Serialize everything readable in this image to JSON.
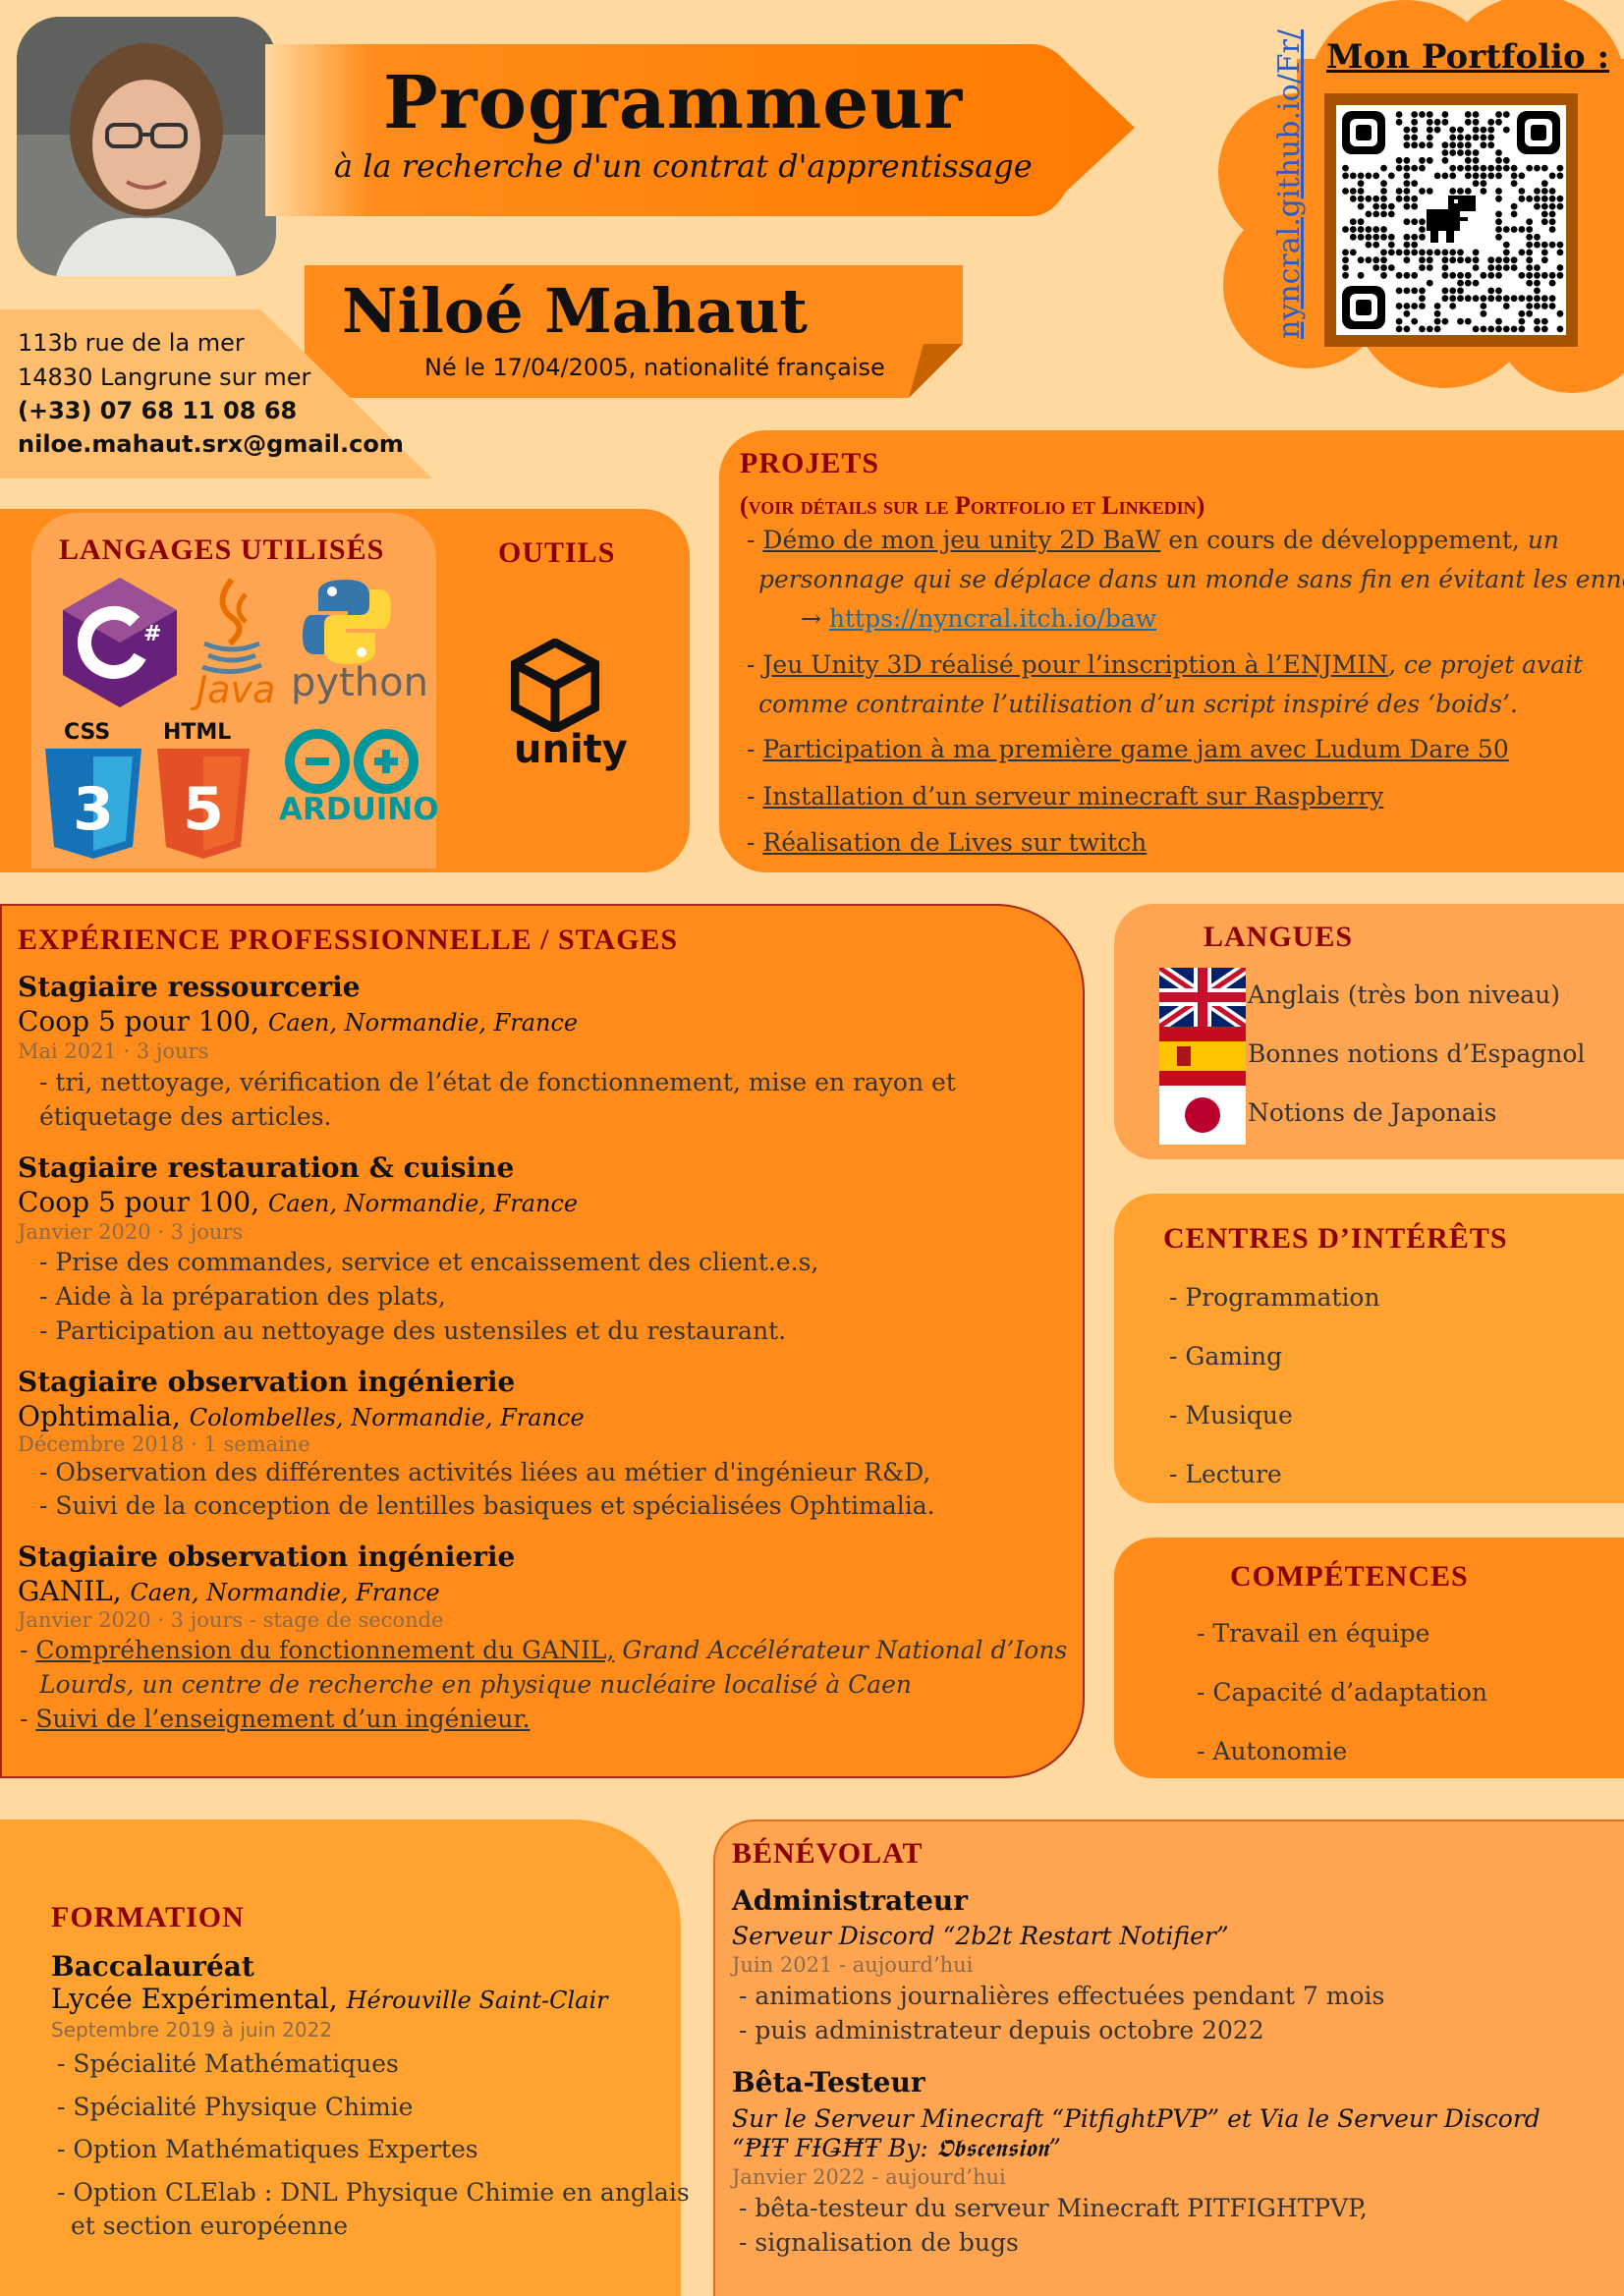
{
  "header": {
    "title": "Programmeur",
    "subtitle": "à la recherche d'un contrat d'apprentissage",
    "name": "Niloé Mahaut",
    "birth": "Né le 17/04/2005, nationalité française"
  },
  "contact": {
    "address1": "113b rue de la mer",
    "address2": "14830 Langrune sur mer",
    "phone": "(+33) 07 68 11 08 68",
    "email": "niloe.mahaut.srx@gmail.com"
  },
  "portfolio": {
    "title": "Mon Portfolio :",
    "link": "nyncral.github.io/Fr/"
  },
  "skills_box": {
    "languages_title": "LANGAGES UTILISÉS",
    "tools_title": "OUTILS",
    "logos": {
      "java": "Java",
      "python": "python",
      "css": "CSS",
      "html": "HTML",
      "arduino": "ARDUINO",
      "unity": "unity"
    }
  },
  "projects": {
    "title": "PROJETS",
    "subtitle": "(voir détails sur le Portfolio et Linkedin)",
    "p1_link": "Démo de mon jeu unity 2D BaW",
    "p1_text": " en cours de développement, ",
    "p1_it1": "un",
    "p1_it2": "personnage qui se déplace dans un monde sans fin en évitant les ennemis",
    "p1_url": "https://nyncral.itch.io/baw",
    "p2_link": "Jeu Unity 3D réalisé pour l’inscription à l’ENJMIN",
    "p2_it1": ", ce projet avait",
    "p2_it2": "comme contrainte l’utilisation d’un script inspiré des ‘boids’.",
    "p3_link": "Participation à ma première game jam avec Ludum Dare 50",
    "p4_link": "Installation d’un serveur minecraft sur Raspberry",
    "p5_link": "Réalisation de Lives sur twitch"
  },
  "experience": {
    "title": "EXPÉRIENCE PROFESSIONNELLE / STAGES",
    "e1_role": "Stagiaire ressourcerie",
    "e1_org": "Coop 5 pour 100, ",
    "e1_loc": "Caen, Normandie, France",
    "e1_date": "Mai 2021 · 3 jours",
    "e1_d1": "- tri, nettoyage, vérification de l’état de fonctionnement, mise en rayon et",
    "e1_d2": "étiquetage des articles.",
    "e2_role": "Stagiaire restauration & cuisine",
    "e2_org": "Coop 5 pour 100, ",
    "e2_loc": "Caen, Normandie, France",
    "e2_date": "Janvier 2020 · 3 jours",
    "e2_d1": "- Prise des commandes, service et encaissement des client.e.s,",
    "e2_d2": "- Aide à la préparation des plats,",
    "e2_d3": "- Participation au nettoyage des ustensiles et du restaurant.",
    "e3_role": "Stagiaire observation ingénierie",
    "e3_org": "Ophtimalia, ",
    "e3_loc": "Colombelles, Normandie, France",
    "e3_date": "Décembre 2018 · 1 semaine",
    "e3_d1": "- Observation des différentes activités liées au métier d'ingénieur R&D,",
    "e3_d2": "- Suivi de la conception de lentilles basiques et spécialisées Ophtimalia.",
    "e4_role": "Stagiaire observation ingénierie",
    "e4_org": "GANIL, ",
    "e4_loc": "Caen, Normandie, France",
    "e4_date": "Janvier 2020 · 3 jours - stage de seconde",
    "e4_d1_link": "Compréhension du fonctionnement du GANIL,",
    "e4_d1_it": " Grand Accélérateur National d’Ions",
    "e4_d2_it": "Lourds, un centre de recherche en physique nucléaire localisé à Caen",
    "e4_d3_link": "Suivi de l’enseignement d’un ingénieur."
  },
  "languages": {
    "title": "LANGUES",
    "items": [
      "Anglais (très bon niveau)",
      "Bonnes notions d’Espagnol",
      "Notions de Japonais"
    ]
  },
  "interests": {
    "title": "CENTRES D’INTÉRÊTS",
    "items": [
      "- Programmation",
      "- Gaming",
      "- Musique",
      "- Lecture"
    ]
  },
  "competences": {
    "title": "COMPÉTENCES",
    "items": [
      "- Travail en équipe",
      "- Capacité d’adaptation",
      "- Autonomie"
    ]
  },
  "formation": {
    "title": "FORMATION",
    "degree": "Baccalauréat",
    "school": "Lycée Expérimental, ",
    "city": "Hérouville Saint-Clair",
    "date": "Septembre 2019 à juin 2022",
    "items": [
      "- Spécialité Mathématiques",
      "- Spécialité Physique Chimie",
      "- Option Mathématiques Expertes",
      "- Option CLElab : DNL Physique Chimie en anglais"
    ],
    "last_cont": "et section européenne"
  },
  "benevolat": {
    "title": "BÉNÉVOLAT",
    "b1_role": "Administrateur",
    "b1_org": "Serveur Discord “2b2t Restart Notifier”",
    "b1_date": "Juin 2021 - aujourd’hui",
    "b1_d1": "- animations journalières effectuées pendant 7 mois",
    "b1_d2": "- puis administrateur depuis octobre 2022",
    "b2_role": "Bêta-Testeur",
    "b2_org1": "Sur le Serveur Minecraft “PitfightPVP” et Via le Serveur Discord",
    "b2_org2": "“ⱣƗŦ FƗǤĦŦ By: 𝕺𝖇𝖘𝖈𝖊𝖓𝖘𝖎𝖔𝖓”",
    "b2_date": "Janvier 2022 - aujourd’hui",
    "b2_d1": "- bêta-testeur du serveur Minecraft PITFIGHTPVP,",
    "b2_d2": "- signalisation de bugs"
  },
  "colors": {
    "background": "#ffd9a0",
    "orange": "#ff8c1a",
    "orange_dark": "#ff7a00",
    "panel": "#ffa552",
    "title_red": "#8b0000"
  }
}
